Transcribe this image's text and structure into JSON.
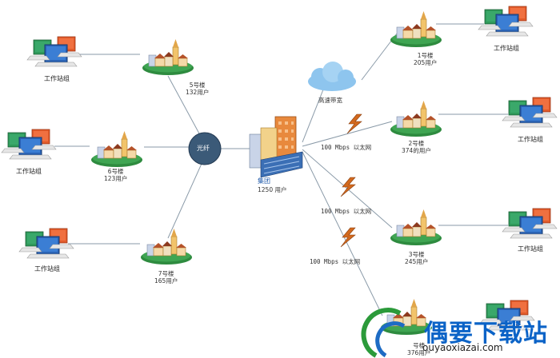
{
  "hub": {
    "label": "光纤"
  },
  "headquarters": {
    "name": "集团",
    "users": "1250 用户"
  },
  "cloud": {
    "label": "高速带宽"
  },
  "links": {
    "b2": "100 Mbps 以太网",
    "b3": "100 Mbps 以太网",
    "b4": "100 Mbps 以太网"
  },
  "buildings": {
    "b1": {
      "name": "1号楼",
      "users": "205用户"
    },
    "b2": {
      "name": "2号楼",
      "users": "374的用户"
    },
    "b3": {
      "name": "3号楼",
      "users": "245用户"
    },
    "b4": {
      "name": "号楼",
      "users": "376用户"
    },
    "b5": {
      "name": "5号楼",
      "users": "132用户"
    },
    "b6": {
      "name": "6号楼",
      "users": "123用户"
    },
    "b7": {
      "name": "7号楼",
      "users": "165用户"
    }
  },
  "workstation_label": "工作站组",
  "watermark": {
    "text": "偶要下载站",
    "url": "ouyaoxiazai.com"
  },
  "colors": {
    "hub": "#3b5a78",
    "lightning": "#d2691e",
    "base": "#2e8b3f",
    "line": "#8a9aa8"
  }
}
